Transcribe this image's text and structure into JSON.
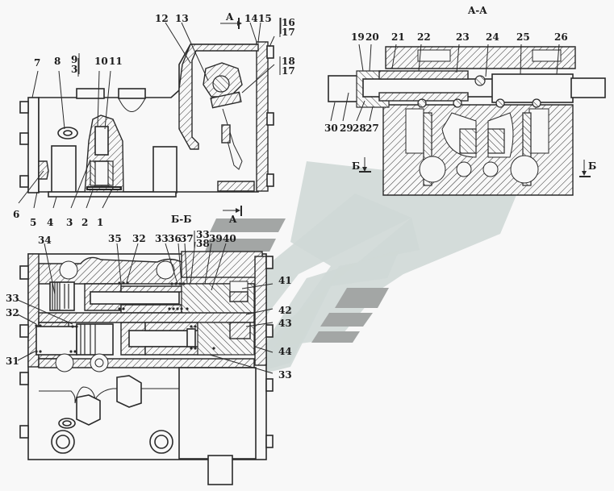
{
  "drawing": {
    "subject": "Hydraulic valve block — assembly drawing with sections",
    "views": [
      {
        "id": "main",
        "title": ""
      },
      {
        "id": "section-aa",
        "title": "A-A"
      },
      {
        "id": "section-bb",
        "title": "Б-Б"
      }
    ],
    "section_markers": {
      "a_top": "A",
      "a_mid": "A",
      "b_left": "Б",
      "b_right": "Б"
    },
    "callouts_main": [
      "1",
      "2",
      "3",
      "4",
      "5",
      "6",
      "7",
      "8",
      "9",
      "3",
      "10",
      "11",
      "12",
      "13",
      "14",
      "15",
      "16",
      "17",
      "18",
      "17"
    ],
    "callouts_aa": [
      "19",
      "20",
      "21",
      "22",
      "23",
      "24",
      "25",
      "26",
      "27",
      "28",
      "29",
      "30"
    ],
    "callouts_bb": [
      "31",
      "32",
      "33",
      "34",
      "35",
      "32",
      "33",
      "36",
      "37",
      "33",
      "38",
      "39",
      "40",
      "41",
      "42",
      "43",
      "44",
      "33"
    ],
    "labels": {
      "l1": "1",
      "l2": "2",
      "l3": "3",
      "l4": "4",
      "l5": "5",
      "l6": "6",
      "l7": "7",
      "l8": "8",
      "l9": "9",
      "l3b": "3",
      "l10": "10",
      "l11": "11",
      "l12": "12",
      "l13": "13",
      "l14": "14",
      "l15": "15",
      "l16": "16",
      "l17a": "17",
      "l18": "18",
      "l17b": "17",
      "l19": "19",
      "l20": "20",
      "l21": "21",
      "l22": "22",
      "l23": "23",
      "l24": "24",
      "l25": "25",
      "l26": "26",
      "l27": "27",
      "l28": "28",
      "l29": "29",
      "l30": "30",
      "l31": "31",
      "l32a": "32",
      "l33a": "33",
      "l34": "34",
      "l35": "35",
      "l32b": "32",
      "l33b": "33",
      "l36": "36",
      "l37": "37",
      "l33c": "33",
      "l38": "38",
      "l39": "39",
      "l40": "40",
      "l41": "41",
      "l42": "42",
      "l43": "43",
      "l44": "44",
      "l33d": "33"
    },
    "watermark": {
      "light_color": "#cfd8d6",
      "dark_color": "#a3a6a5"
    }
  }
}
